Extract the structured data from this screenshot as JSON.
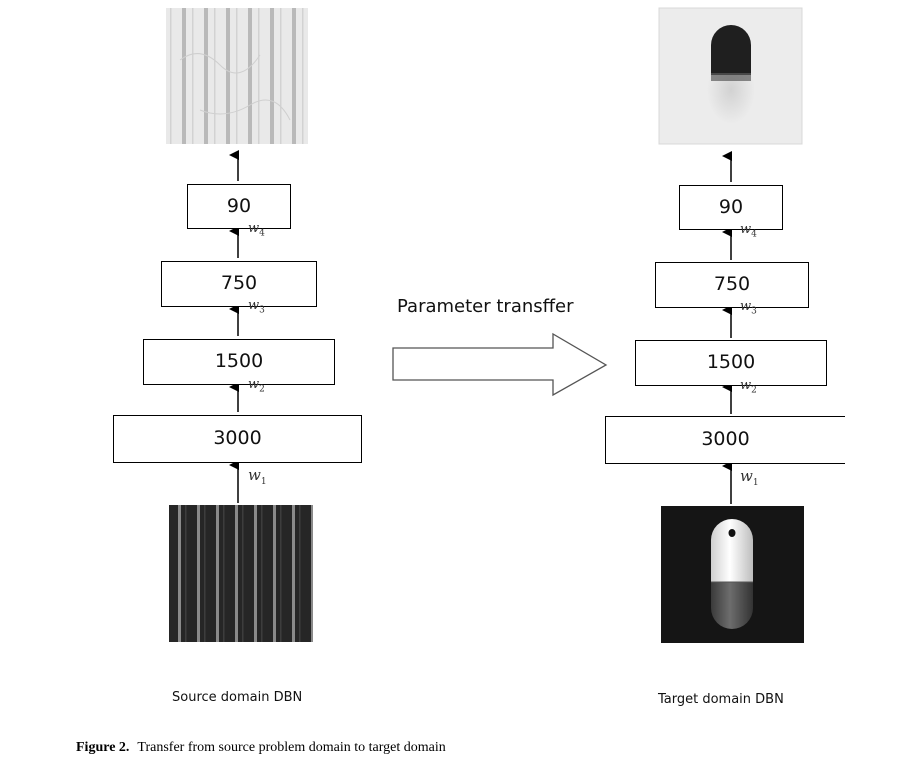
{
  "source": {
    "layers": [
      "3000",
      "1500",
      "750",
      "90"
    ],
    "weights": [
      {
        "base": "w",
        "sub": "1"
      },
      {
        "base": "w",
        "sub": "2"
      },
      {
        "base": "w",
        "sub": "3"
      },
      {
        "base": "w",
        "sub": "4"
      }
    ],
    "label": "Source domain DBN"
  },
  "target": {
    "layers": [
      "3000",
      "1500",
      "750",
      "90"
    ],
    "weights": [
      {
        "base": "w",
        "sub": "1"
      },
      {
        "base": "w",
        "sub": "2"
      },
      {
        "base": "w",
        "sub": "3"
      },
      {
        "base": "w",
        "sub": "4"
      }
    ],
    "label": "Target domain DBN"
  },
  "transfer_label": "Parameter transffer",
  "caption": {
    "number": "Figure 2.",
    "text": "Transfer from source problem domain to target domain"
  }
}
